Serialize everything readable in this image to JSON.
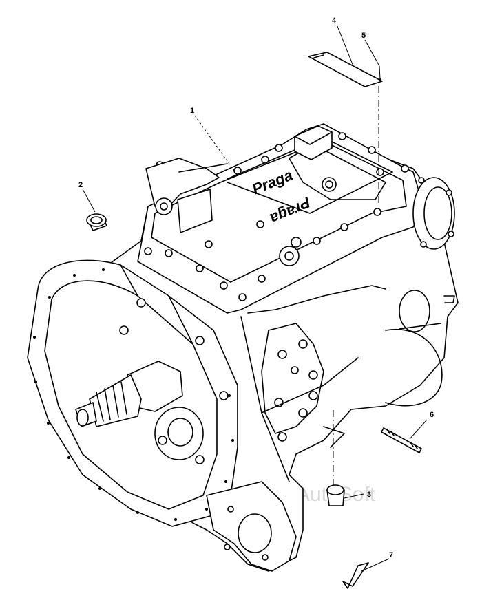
{
  "callouts": [
    "1",
    "2",
    "4",
    "5",
    "6",
    "7",
    "3"
  ],
  "nameplate_text": "Praga",
  "watermark": "AutoSoft"
}
